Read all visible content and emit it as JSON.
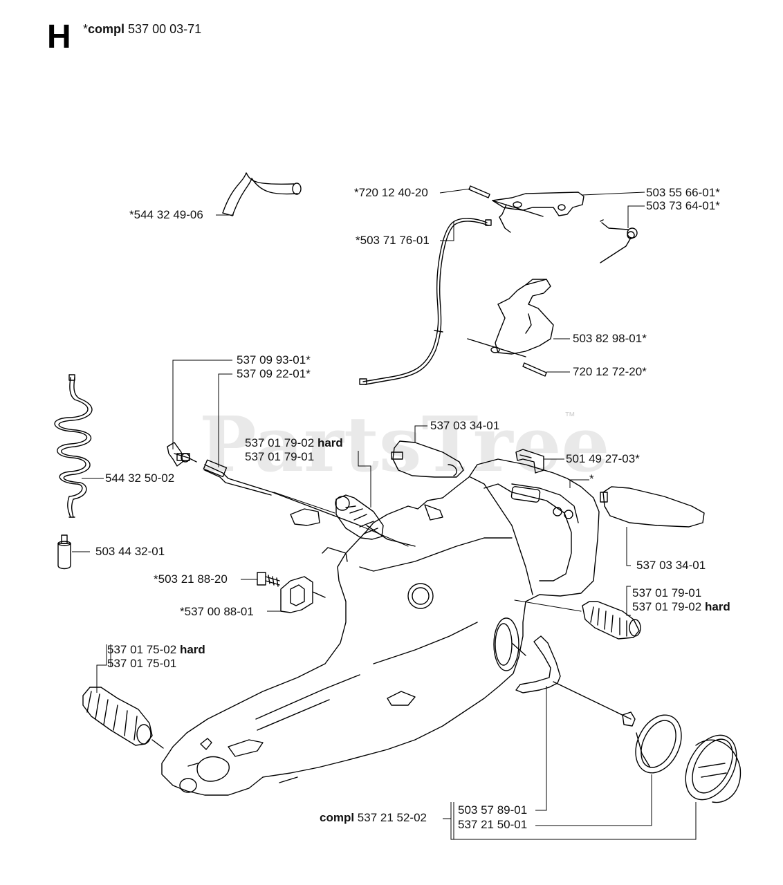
{
  "header": {
    "section_letter": "H",
    "compl_prefix": "*",
    "compl_word": "compl",
    "compl_number": "537 00 03-71"
  },
  "watermark": {
    "text": "PartsTree",
    "tm": "™"
  },
  "labels": {
    "fuel_hose": "*544 32 49-06",
    "pin_top": "*720 12 40-20",
    "throttle_trigger": "503 55 66-01*",
    "spring_top": "503 73 64-01*",
    "cable": "*503 71 76-01",
    "lockout": "503 82 98-01*",
    "pin_lower": "720 12 72-20*",
    "nipple": "537 09 93-01*",
    "hose_straight": "537 09 22-01*",
    "damper_hard_1": "537 01 79-02",
    "damper_1": "537 01 79-01",
    "hard_word": "hard",
    "cover_top": "537 03 34-01",
    "clip": "501 49 27-03*",
    "handle_star": "*",
    "spiral_hose": "544 32 50-02",
    "fuel_filter": "503 44 32-01",
    "cover_right": "537 03 34-01",
    "screw": "*503 21 88-20",
    "bracket": "*537 00 88-01",
    "damper_r_1": "537 01 79-01",
    "damper_r_hard": "537 01 79-02",
    "damper_l_hard": "537 01 75-02",
    "damper_l": "537 01 75-01",
    "cap_compl_word": "compl",
    "cap_compl_number": "537 21 52-02",
    "cap_1": "503 57 89-01",
    "cap_2": "537 21 50-01"
  },
  "colors": {
    "line": "#000000",
    "watermark": "#d8d8d8"
  }
}
